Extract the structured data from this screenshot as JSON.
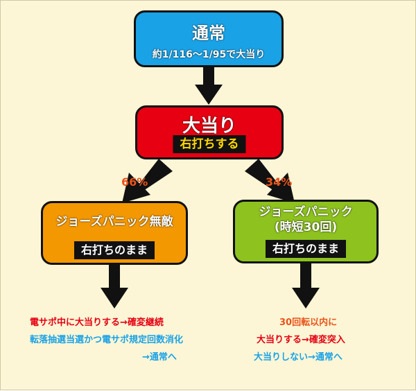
{
  "normal": {
    "title": "通常",
    "sub": "約1/116〜1/95で大当り"
  },
  "jackpot": {
    "title": "大当り",
    "tag": "右打ちする"
  },
  "branches": {
    "left_percent": "66%",
    "right_percent": "34%"
  },
  "left_box": {
    "title": "ジョーズパニック無敵",
    "tag": "右打ちのまま"
  },
  "right_box": {
    "title_line1": "ジョーズパニック",
    "title_line2": "(時短30回)",
    "tag": "右打ちのまま"
  },
  "left_notes": {
    "line1": "電サポ中に大当りする→確変継続",
    "line2": "転落抽選当選かつ電サポ規定回数消化",
    "line3": "→通常へ"
  },
  "right_notes": {
    "line1": "30回転以内に",
    "line2": "大当りする→確変突入",
    "line3": "大当りしない→通常へ"
  },
  "colors": {
    "normal": "#1aa2e6",
    "jackpot": "#e60012",
    "left": "#f39800",
    "right": "#8dc21f",
    "background": "#fcf6d6",
    "percent": "#e8541a"
  }
}
